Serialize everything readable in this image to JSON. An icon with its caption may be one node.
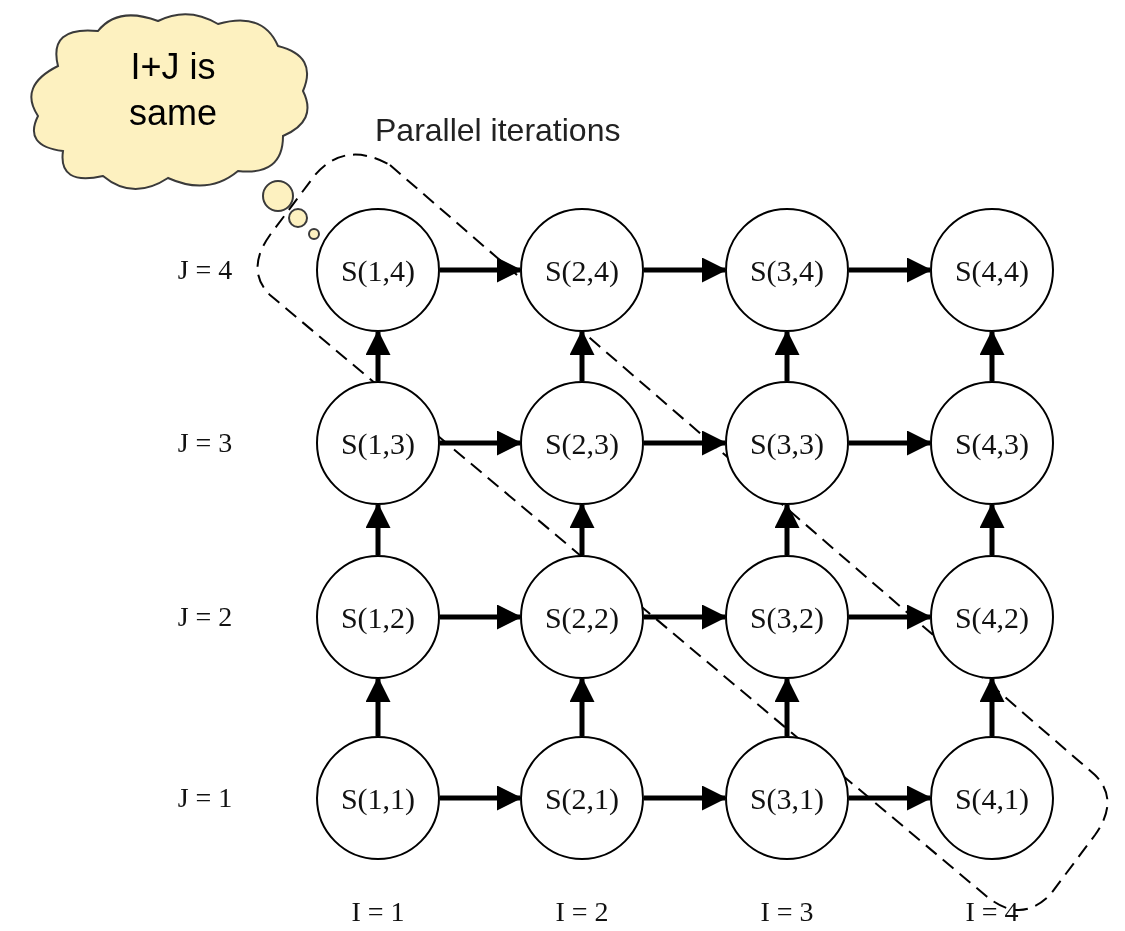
{
  "diagram": {
    "nodes": [
      {
        "text": [
          "I+J is same"
        ]
      },
      {
        "text": [
          "Parallel iterations"
        ]
      },
      {
        "text": [
          "S(1,4)"
        ]
      },
      {
        "text": [
          "S(2,4)"
        ]
      },
      {
        "text": [
          "S(3,4)"
        ]
      },
      {
        "text": [
          "S(4,4)"
        ]
      },
      {
        "text": [
          "S(1,3)"
        ]
      },
      {
        "text": [
          "S(2,3)"
        ]
      },
      {
        "text": [
          "S(3,3)"
        ]
      },
      {
        "text": [
          "S(4,3)"
        ]
      },
      {
        "text": [
          "S(1,2)"
        ]
      },
      {
        "text": [
          "S(2,2)"
        ]
      },
      {
        "text": [
          "S(3,2)"
        ]
      },
      {
        "text": [
          "S(4,2)"
        ]
      },
      {
        "text": [
          "S(1,1)"
        ]
      },
      {
        "text": [
          "S(2,1)"
        ]
      },
      {
        "text": [
          "S(3,1)"
        ]
      },
      {
        "text": [
          "S(4,1)"
        ]
      }
    ],
    "edges": [
      {
        "from": 2,
        "to": 3,
        "arrow": "to"
      },
      {
        "from": 3,
        "to": 4,
        "arrow": "to"
      },
      {
        "from": 4,
        "to": 5,
        "arrow": "to"
      },
      {
        "from": 6,
        "to": 7,
        "arrow": "to"
      },
      {
        "from": 7,
        "to": 8,
        "arrow": "to"
      },
      {
        "from": 8,
        "to": 9,
        "arrow": "to"
      },
      {
        "from": 10,
        "to": 11,
        "arrow": "to"
      },
      {
        "from": 11,
        "to": 12,
        "arrow": "to"
      },
      {
        "from": 12,
        "to": 13,
        "arrow": "to"
      },
      {
        "from": 14,
        "to": 15,
        "arrow": "to"
      },
      {
        "from": 15,
        "to": 16,
        "arrow": "to"
      },
      {
        "from": 16,
        "to": 17,
        "arrow": "to"
      },
      {
        "from": 6,
        "to": 2,
        "arrow": "to"
      },
      {
        "from": 7,
        "to": 3,
        "arrow": "to"
      },
      {
        "from": 8,
        "to": 4,
        "arrow": "to"
      },
      {
        "from": 9,
        "to": 5,
        "arrow": "to"
      },
      {
        "from": 10,
        "to": 6,
        "arrow": "to"
      },
      {
        "from": 11,
        "to": 7,
        "arrow": "to"
      },
      {
        "from": 12,
        "to": 8,
        "arrow": "to"
      },
      {
        "from": 13,
        "to": 9,
        "arrow": "to"
      },
      {
        "from": 14,
        "to": 10,
        "arrow": "to"
      },
      {
        "from": 15,
        "to": 11,
        "arrow": "to"
      },
      {
        "from": 16,
        "to": 12,
        "arrow": "to"
      },
      {
        "from": 17,
        "to": 13,
        "arrow": "to"
      }
    ],
    "labels": [
      "J = 4",
      "J = 3",
      "J = 2",
      "J = 1",
      "I = 1",
      "I = 2",
      "I = 3",
      "I = 4"
    ]
  }
}
